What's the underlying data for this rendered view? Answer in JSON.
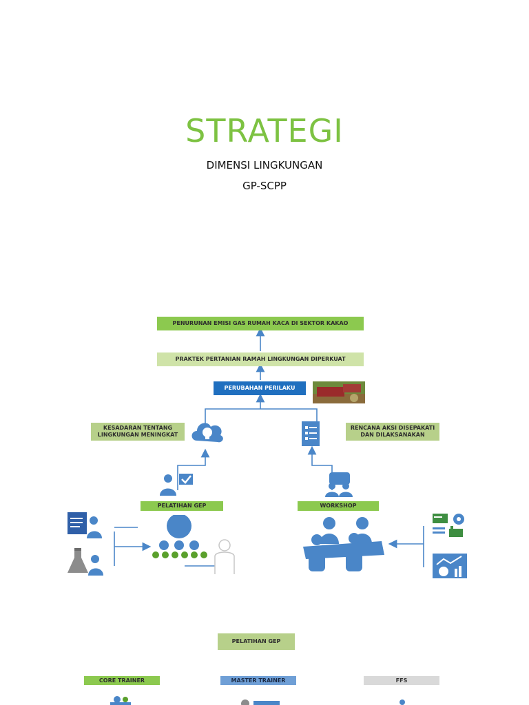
{
  "header": {
    "title": "STRATEGI",
    "subtitle_1": "DIMENSI LINGKUNGAN",
    "subtitle_2": "GP-SCPP"
  },
  "diagram": {
    "goal": "PENURUNAN EMISI GAS RUMAH KACA DI SEKTOR KAKAO",
    "practice": "PRAKTEK PERTANIAN RAMAH LINGKUNGAN DIPERKUAT",
    "behavior": "PERUBAHAN PERILAKU",
    "awareness": "KESADARAN TENTANG LINGKUNGAN MENINGKAT",
    "action_plan": "RENCANA AKSI DISEPAKATI DAN DILAKSANAKAN",
    "training": "PELATIHAN GEP",
    "workshop": "WORKSHOP",
    "training_bottom": "PELATIHAN GEP",
    "core_trainer": "CORE TRAINER",
    "master_trainer": "MASTER TRAINER",
    "ffs": "FFS"
  },
  "colors": {
    "accent_green": "#7dc242",
    "box_green": "#8cc94f",
    "box_blue": "#1f6fbf",
    "icon_blue": "#4a86c8"
  }
}
